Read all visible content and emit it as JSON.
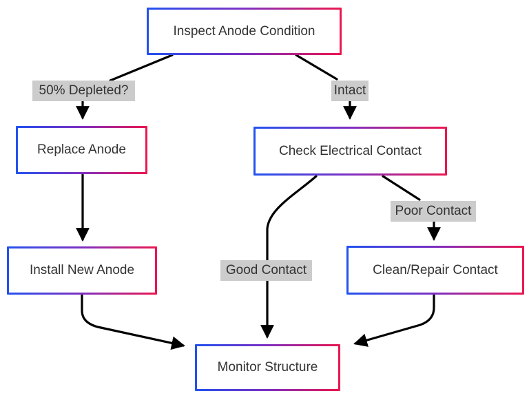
{
  "diagram": {
    "type": "flowchart",
    "nodes": [
      {
        "label": "Inspect Anode Condition"
      },
      {
        "label": "Replace Anode"
      },
      {
        "label": "Check Electrical Contact"
      },
      {
        "label": "Install New Anode"
      },
      {
        "label": "Clean/Repair Contact"
      },
      {
        "label": "Monitor Structure"
      }
    ],
    "edge_labels": [
      {
        "label": "50% Depleted?"
      },
      {
        "label": "Intact"
      },
      {
        "label": "Good Contact"
      },
      {
        "label": "Poor Contact"
      }
    ],
    "edges": [
      {
        "from": "Inspect Anode Condition",
        "to": "Replace Anode",
        "label": "50% Depleted?"
      },
      {
        "from": "Inspect Anode Condition",
        "to": "Check Electrical Contact",
        "label": "Intact"
      },
      {
        "from": "Replace Anode",
        "to": "Install New Anode",
        "label": ""
      },
      {
        "from": "Check Electrical Contact",
        "to": "Monitor Structure",
        "label": "Good Contact"
      },
      {
        "from": "Check Electrical Contact",
        "to": "Clean/Repair Contact",
        "label": "Poor Contact"
      },
      {
        "from": "Install New Anode",
        "to": "Monitor Structure",
        "label": ""
      },
      {
        "from": "Clean/Repair Contact",
        "to": "Monitor Structure",
        "label": ""
      }
    ],
    "colors": {
      "node_border_gradient": [
        "#2152f0",
        "#7e2fc2",
        "#ec164e"
      ],
      "node_fill": "#ffffff",
      "node_text": "#333333",
      "edge_label_bg": "#cccccc",
      "edge_label_text": "#333333",
      "arrow": "#000000",
      "background": "#ffffff"
    }
  }
}
